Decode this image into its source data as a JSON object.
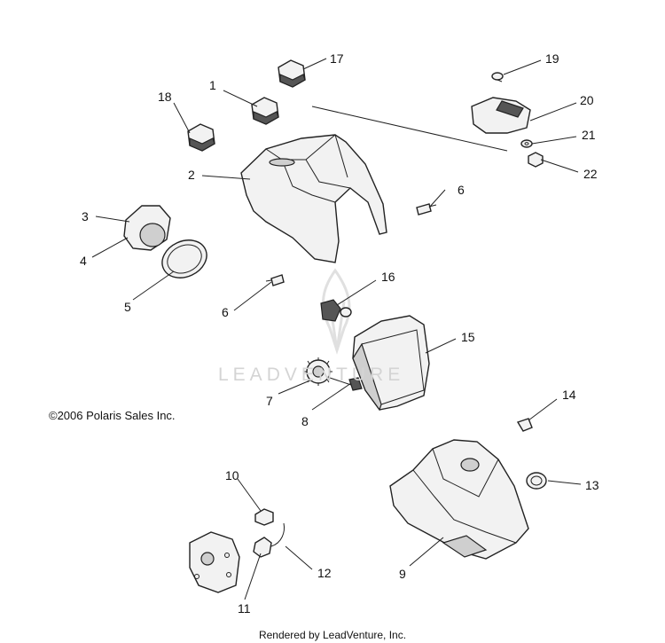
{
  "diagram": {
    "copyright": "©2006 Polaris Sales Inc.",
    "footer": "Rendered by LeadVenture, Inc.",
    "watermark": "LEADVENTURE",
    "callouts": [
      "1",
      "2",
      "3",
      "4",
      "5",
      "6",
      "6",
      "7",
      "8",
      "9",
      "10",
      "11",
      "12",
      "13",
      "14",
      "15",
      "16",
      "17",
      "18",
      "19",
      "20",
      "21",
      "22"
    ]
  }
}
